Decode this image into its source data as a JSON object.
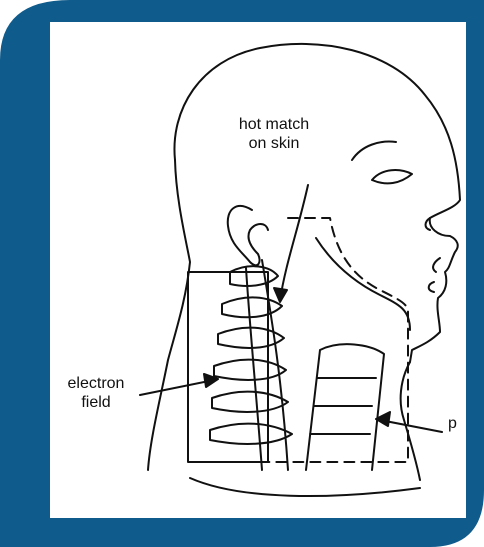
{
  "colors": {
    "frame": "#0f5b8c",
    "ink": "#111111",
    "paper": "#ffffff"
  },
  "labels": {
    "hot_match_line1": "hot match",
    "hot_match_line2": "on skin",
    "electron_line1": "electron",
    "electron_line2": "field",
    "right_clipped": "p"
  }
}
